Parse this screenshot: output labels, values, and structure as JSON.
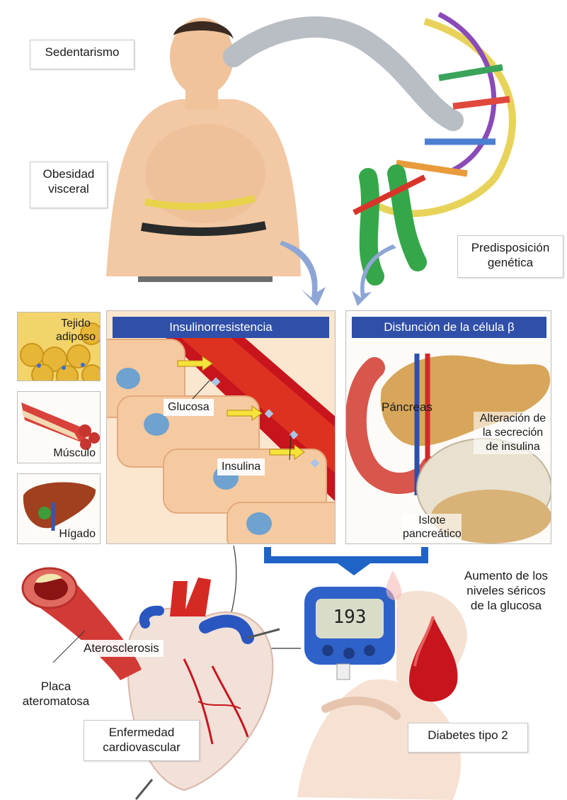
{
  "labels": {
    "sedentarismo": "Sedentarismo",
    "obesidad": [
      "Obesidad",
      "visceral"
    ],
    "predisposicion": [
      "Predisposición",
      "genética"
    ],
    "insulinorresistencia": "Insulinorresistencia",
    "disfuncion": "Disfunción de la célula β",
    "tejido": [
      "Tejido",
      "adiposo"
    ],
    "musculo": "Músculo",
    "higado": "Hígado",
    "glucosa": "Glucosa",
    "insulina": "Insulina",
    "pancreas": "Páncreas",
    "alteracion": [
      "Alteración de",
      "la secreción",
      "de insulina"
    ],
    "islote": [
      "Islote",
      "pancreático"
    ],
    "aumento": [
      "Aumento de los",
      "niveles séricos",
      "de la glucosa"
    ],
    "meter_reading": "193",
    "aterosclerosis": "Aterosclerosis",
    "placa": [
      "Placa",
      "ateromatosa"
    ],
    "enfermedad": [
      "Enfermedad",
      "cardiovascular"
    ],
    "diabetes": "Diabetes tipo 2"
  },
  "colors": {
    "skin": "#f2c9a4",
    "panel_bar": "#2f4fa8",
    "blood": "#c8141c",
    "arrow": "#8da6d6",
    "cell": "#f6caa0",
    "nucleus": "#6fa2cf"
  }
}
